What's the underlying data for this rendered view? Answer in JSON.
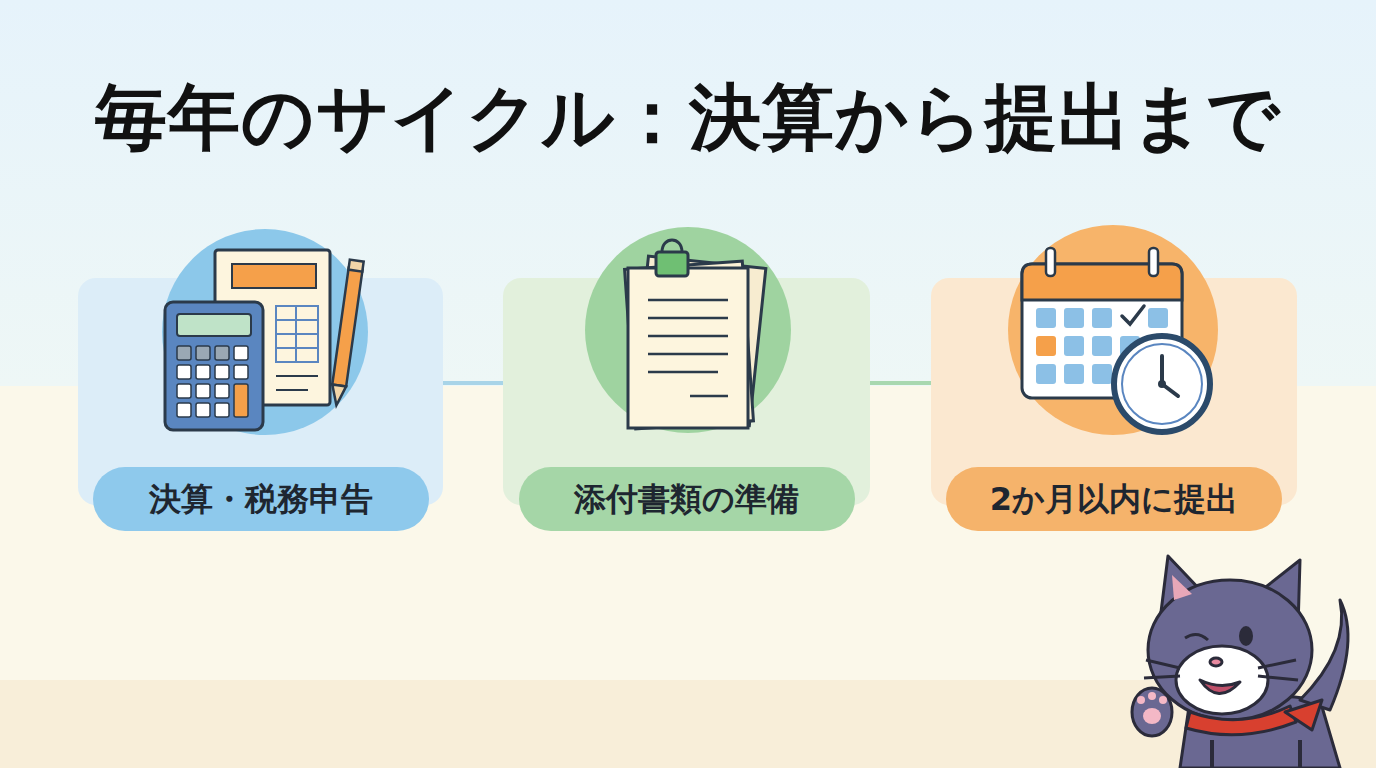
{
  "diagram": {
    "title": "毎年のサイクル：決算から提出まで",
    "nodes": [
      {
        "text": [
          "決算・税務申告"
        ]
      },
      {
        "text": [
          "添付書類の準備"
        ]
      },
      {
        "text": [
          "2か月以内に提出"
        ]
      }
    ],
    "edges": [
      {
        "from": 0,
        "to": 1,
        "arrow": "none"
      },
      {
        "from": 1,
        "to": 2,
        "arrow": "none"
      }
    ]
  }
}
